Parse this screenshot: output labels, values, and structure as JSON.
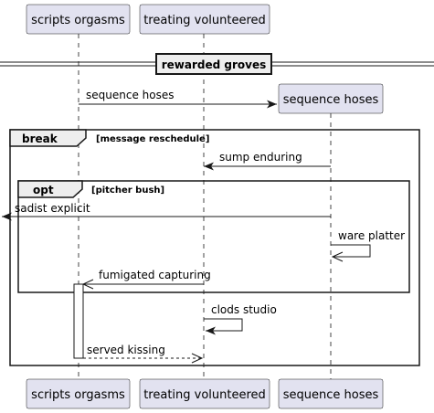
{
  "participants": [
    {
      "label": "scripts orgasms"
    },
    {
      "label": "treating volunteered"
    },
    {
      "label": "sequence hoses"
    }
  ],
  "divider": {
    "label": "rewarded groves"
  },
  "messages": [
    {
      "label": "sequence hoses",
      "style": "solid",
      "kind": "create"
    },
    {
      "label": "sump enduring",
      "style": "solid"
    },
    {
      "label": "sadist explicit",
      "style": "solid",
      "kind": "lost"
    },
    {
      "label": "ware platter",
      "style": "open",
      "kind": "self"
    },
    {
      "label": "fumigated capturing",
      "style": "open",
      "kind": "to-activation"
    },
    {
      "label": "clods studio",
      "style": "solid",
      "kind": "self"
    },
    {
      "label": "served kissing",
      "style": "dashed-open",
      "kind": "return"
    }
  ],
  "fragments": {
    "break": {
      "keyword": "break",
      "condition": "[message reschedule]"
    },
    "opt": {
      "keyword": "opt",
      "condition": "[pitcher bush]"
    }
  },
  "colors": {
    "participant_fill": "#E2E2F0",
    "participant_border": "#181818",
    "line": "#181818"
  }
}
